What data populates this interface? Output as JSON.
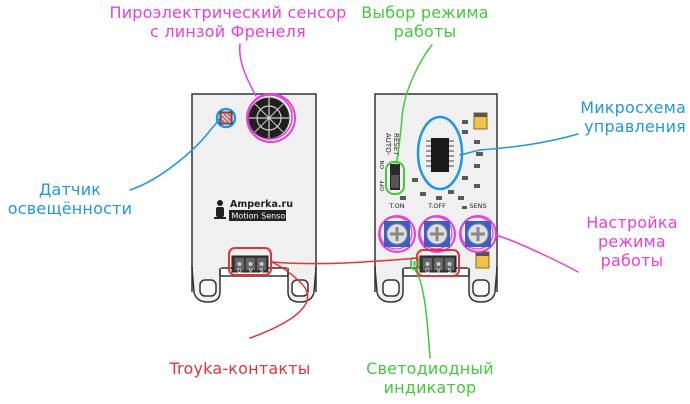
{
  "labels": {
    "pir_sensor": {
      "line1": "Пироэлектрический сенсор",
      "line2": "с линзой Френеля"
    },
    "mode_select": {
      "line1": "Выбор режима",
      "line2": "работы"
    },
    "microchip": {
      "line1": "Микросхема",
      "line2": "управления"
    },
    "light_sensor": {
      "line1": "Датчик",
      "line2": "освещённости"
    },
    "mode_adjust": {
      "line1": "Настройка",
      "line2": "режима",
      "line3": "работы"
    },
    "troyka": {
      "line1": "Troyka-контакты"
    },
    "led": {
      "line1": "Светодиодный",
      "line2": "индикатор"
    }
  },
  "board_text": {
    "brand": "Amperka.ru",
    "product": "Motion Sensor",
    "pins_left": [
      "G",
      "V",
      "S"
    ],
    "pins_right": [
      "G",
      "V",
      "S"
    ],
    "switch_auto": "AUTO-",
    "switch_reset": "RESET",
    "switch_off": "OFF",
    "switch_on": "ON",
    "pot_ton": "T.ON",
    "pot_toff": "T.OFF",
    "pot_sens": "SENS"
  },
  "colors": {
    "pink": "#e83fd9",
    "green": "#43c93b",
    "blue": "#2196e3",
    "red": "#e8323a",
    "pcb": "#f0f0f0",
    "chip": "#1a1a1a",
    "pot": "#3a5fc7"
  }
}
